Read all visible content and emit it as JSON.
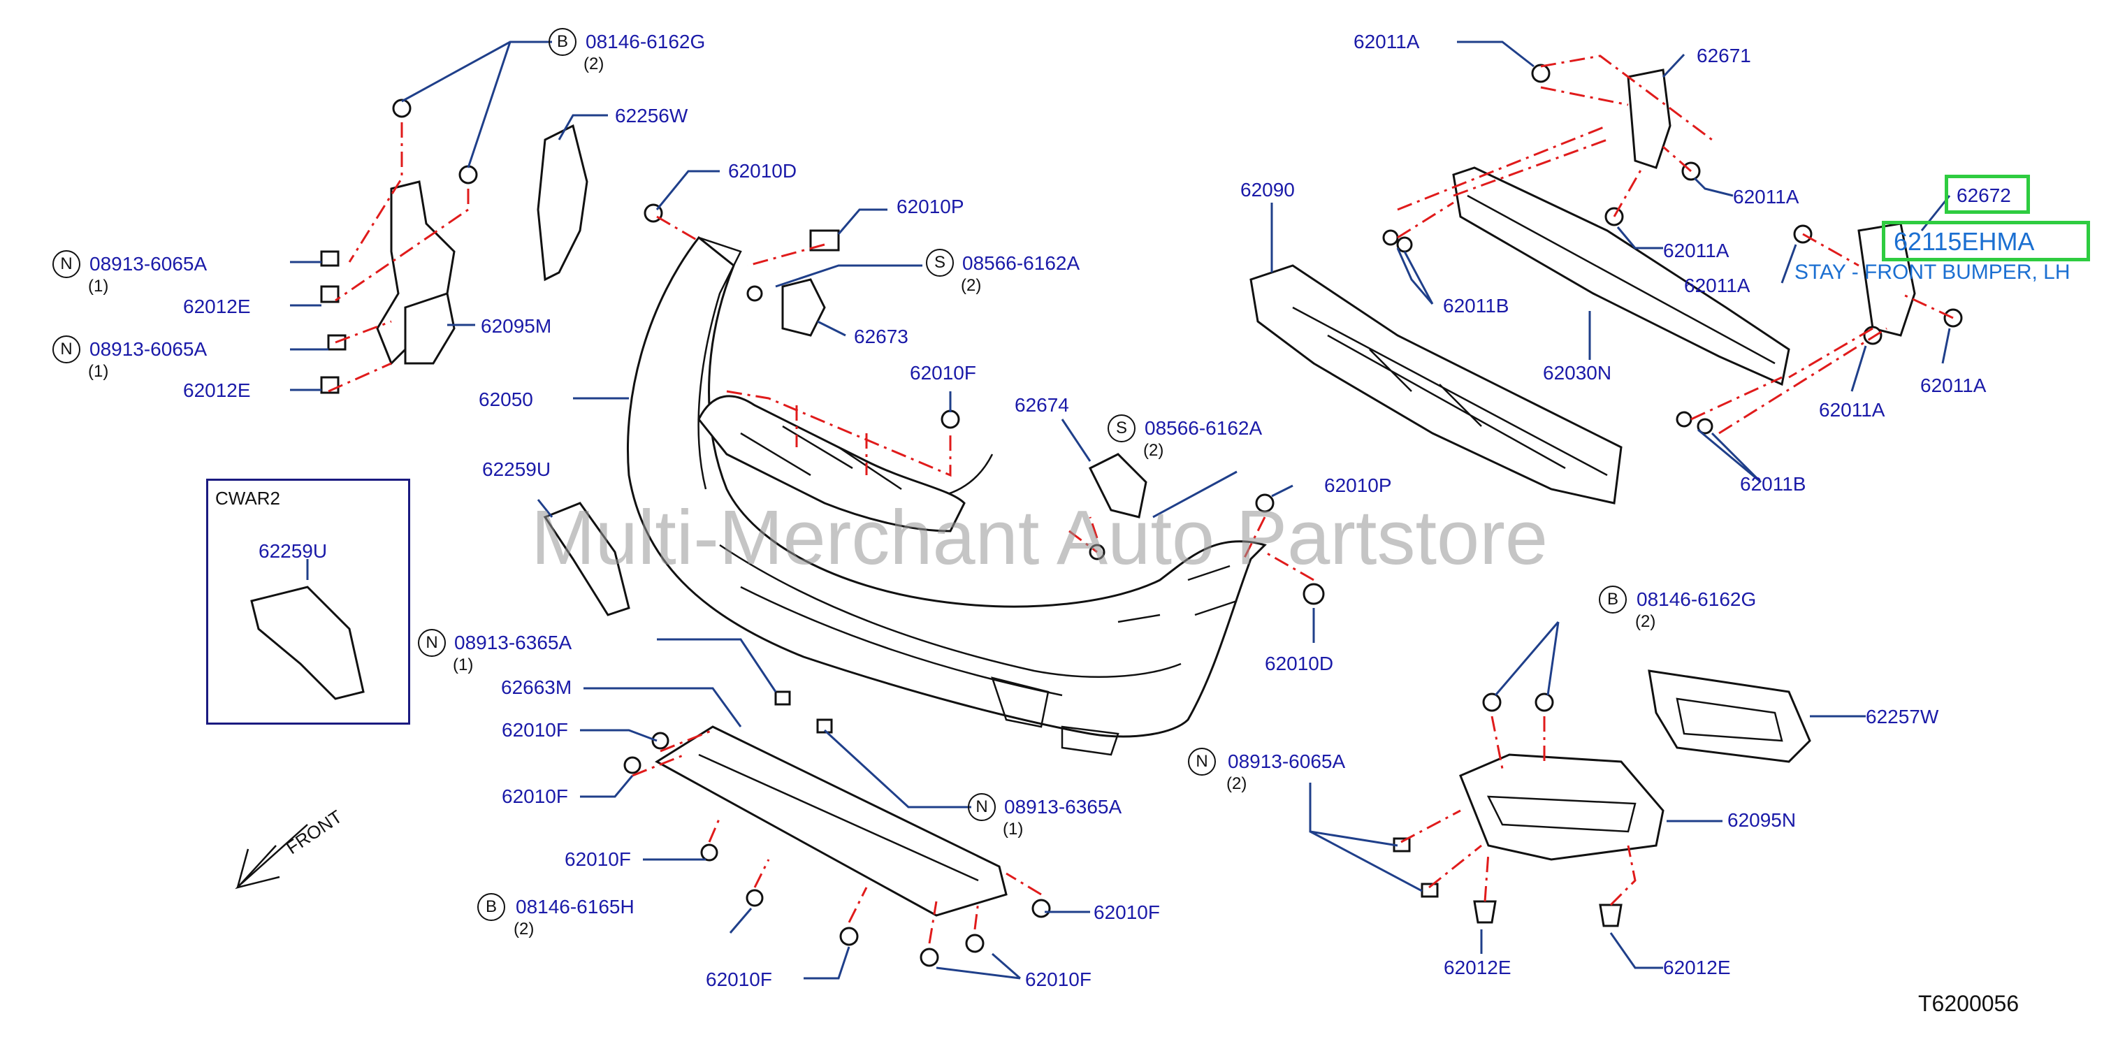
{
  "labels": {
    "p08146_6162G_top": "08146-6162G",
    "p62256W": "62256W",
    "p62010D_top": "62010D",
    "p62010P_top": "62010P",
    "p08566_6162A_top": "08566-6162A",
    "p08913_6065A_1": "08913-6065A",
    "p62012E_1": "62012E",
    "p08913_6065A_2": "08913-6065A",
    "p62012E_2": "62012E",
    "p62095M": "62095M",
    "p62673": "62673",
    "p62050": "62050",
    "p62010F_mid": "62010F",
    "p62674": "62674",
    "p08566_6162A_mid": "08566-6162A",
    "p62259U": "62259U",
    "p62010P_mid": "62010P",
    "p62010D_mid": "62010D",
    "p08913_6365A_left": "08913-6365A",
    "p62663M": "62663M",
    "p62010F_a": "62010F",
    "p62010F_b": "62010F",
    "p08913_6365A_bottom": "08913-6365A",
    "p62010F_c": "62010F",
    "p08146_6165H": "08146-6165H",
    "p62010F_d": "62010F",
    "p62010F_e": "62010F",
    "p62010F_f": "62010F",
    "p08913_6065A_3": "08913-6065A",
    "p62011A_1": "62011A",
    "p62671": "62671",
    "p62011A_2": "62011A",
    "p62011A_3": "62011A",
    "p62011A_4": "62011A",
    "p62090": "62090",
    "p62011B_1": "62011B",
    "p62030N": "62030N",
    "p62011A_5": "62011A",
    "p62011A_6": "62011A",
    "p62011B_2": "62011B",
    "p08146_6162G_bottom": "08146-6162G",
    "p62257W": "62257W",
    "p62095N": "62095N",
    "p62012E_3": "62012E",
    "p62012E_4": "62012E",
    "inset_62259U": "62259U"
  },
  "quantities": {
    "q_08146_6162G_top": "(2)",
    "q_08566_6162A_top": "(2)",
    "q_08913_6065A_1": "(1)",
    "q_08913_6065A_2": "(1)",
    "q_08566_6162A_mid": "(2)",
    "q_08913_6365A_left": "(1)",
    "q_08913_6365A_bottom": "(1)",
    "q_08146_6165H": "(2)",
    "q_08913_6065A_3": "(2)",
    "q_08146_6162G_bottom": "(2)"
  },
  "circle_codes": {
    "B": "B",
    "N": "N",
    "S": "S"
  },
  "highlight": {
    "part_62672": "62672",
    "part_number": "62115EHMA",
    "description": "STAY - FRONT BUMPER, LH"
  },
  "inset": {
    "title": "CWAR2"
  },
  "front_arrow": "FRONT",
  "watermark": "Multi-Merchant Auto Partstore",
  "diagram_number": "T6200056",
  "colors": {
    "label_blue": "#1a1aa8",
    "leader_blue": "#1f3f8a",
    "red_dash": "#e01b1b",
    "highlight_green": "#2ecc40",
    "highlight_text": "#1b6fd1"
  }
}
